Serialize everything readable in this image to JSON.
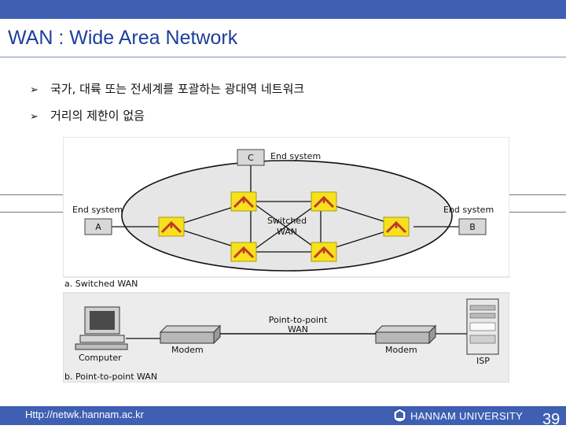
{
  "slide": {
    "title": "WAN : Wide Area Network",
    "bullets": [
      "국가, 대륙 또는 전세계를 포괄하는 광대역 네트워크",
      "거리의 제한이 없음"
    ]
  },
  "figure": {
    "switched": {
      "end_system_top": "End system",
      "end_system_left": "End system",
      "end_system_right": "End system",
      "node_c": "C",
      "node_a": "A",
      "node_b": "B",
      "center_line1": "Switched",
      "center_line2": "WAN",
      "caption": "a. Switched WAN"
    },
    "p2p": {
      "label_line1": "Point-to-point",
      "label_line2": "WAN",
      "computer": "Computer",
      "modem_left": "Modem",
      "modem_right": "Modem",
      "isp": "ISP",
      "caption": "b. Point-to-point WAN"
    },
    "colors": {
      "switch_fill": "#f7e11c",
      "switch_arrow": "#c0392b",
      "ring": "#111111"
    }
  },
  "footer": {
    "url": "Http://netwk.hannam.ac.kr",
    "university": "HANNAM  UNIVERSITY",
    "page_number": "39"
  },
  "theme": {
    "bar": "#3f5fb3",
    "title": "#1d3f9a"
  }
}
